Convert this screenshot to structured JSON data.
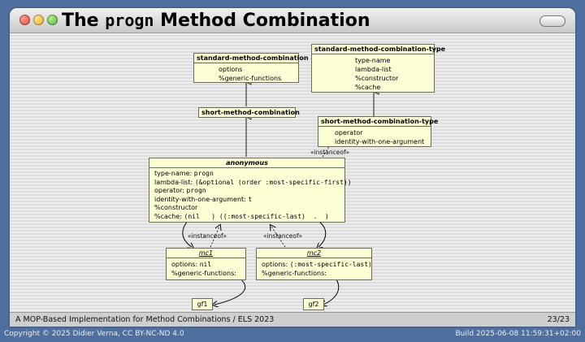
{
  "slide": {
    "title_prefix": "The",
    "title_code": "progn",
    "title_suffix": "Method Combination"
  },
  "diagram": {
    "standard_mc": {
      "name": "standard-method-combination",
      "slots": [
        "options",
        "%generic-functions"
      ]
    },
    "standard_mct": {
      "name": "standard-method-combination-type",
      "slots": [
        "type-name",
        "lambda-list",
        "%constructor",
        "%cache"
      ]
    },
    "short_mc": {
      "name": "short-method-combination"
    },
    "short_mct": {
      "name": "short-method-combination-type",
      "slots": [
        "operator",
        "identity-with-one-argument"
      ]
    },
    "anonymous": {
      "name": "anonymous",
      "rows": [
        {
          "label": "type-name: ",
          "code": "progn"
        },
        {
          "label": "lambda-list: ",
          "code": "(&optional (order :most-specific-first))"
        },
        {
          "label": "operator: ",
          "code": "progn"
        },
        {
          "label": "identity-with-one-argument: ",
          "code": "t"
        },
        {
          "label": "%constructor",
          "code": ""
        },
        {
          "label": "%cache: ",
          "code": "(nil   ) ((:most-specific-last)  .  )"
        }
      ]
    },
    "mc1": {
      "name": "mc1",
      "options_label": "options: ",
      "options_code": "nil",
      "gf_label": "%generic-functions:"
    },
    "mc2": {
      "name": "mc2",
      "options_label": "options: ",
      "options_code": "(:most-specific-last)",
      "gf_label": "%generic-functions:"
    },
    "gf1": "gf1",
    "gf2": "gf2",
    "instanceof": "«instanceof»"
  },
  "footer": {
    "title": "A MOP-Based Implementation for Method Combinations / ELS 2023",
    "page": "23/23"
  },
  "status": {
    "copyright": "Copyright © 2025 Didier Verna, CC BY-NC-ND 4.0",
    "build": "Build 2025-06-08 11:59:31+02:00"
  }
}
